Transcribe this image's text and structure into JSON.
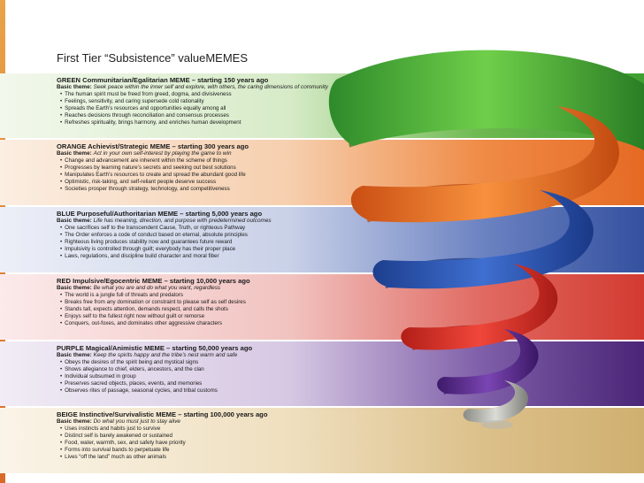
{
  "title": "First Tier “Subsistence” valueMEMES",
  "colors": {
    "green": "#45a83a",
    "orange": "#e8742a",
    "blue": "#2f55a4",
    "red": "#d8382e",
    "purple": "#5a2f88",
    "beige": "#d6b77e"
  },
  "bands": [
    {
      "heading": "GREEN Communitarian/Egalitarian MEME – starting 150 years ago",
      "theme_label": "Basic theme:",
      "theme_text": "Seek peace within the inner self and explore, with others, the caring dimensions of community",
      "items": [
        "The human spirit must be freed from greed, dogma, and divisiveness",
        "Feelings, sensitivity, and caring supersede cold rationality",
        "Spreads the Earth’s resources and opportunities equally among all",
        "Reaches decisions through reconciliation and consensus processes",
        "Refreshes spirituality, brings harmony, and enriches human development"
      ]
    },
    {
      "heading": "ORANGE Achievist/Strategic MEME – starting 300 years ago",
      "theme_label": "Basic theme:",
      "theme_text": "Act in your own self-interest by playing the game to win",
      "items": [
        "Change and advancement are inherent within the scheme of things",
        "Progresses by learning nature’s secrets and seeking out best solutions",
        "Manipulates Earth’s resources to create and spread the abundant good life",
        "Optimistic, risk-taking, and self-reliant people deserve success",
        "Societies prosper through strategy, technology, and competitiveness"
      ]
    },
    {
      "heading": "BLUE Purposeful/Authoritarian MEME – starting 5,000 years ago",
      "theme_label": "Basic theme:",
      "theme_text": "Life has meaning, direction, and purpose with predetermined outcomes",
      "items": [
        "One sacrifices self to the transcendent Cause, Truth, or righteous Pathway",
        "The Order enforces a code of conduct based on eternal, absolute principles",
        "Righteous living produces stability now and guarantees future reward",
        "Impulsivity is controlled through guilt; everybody has their proper place",
        "Laws, regulations, and discipline build character and moral fiber"
      ]
    },
    {
      "heading": "RED Impulsive/Egocentric MEME – starting 10,000 years ago",
      "theme_label": "Basic theme:",
      "theme_text": "Be what you are and do what you want, regardless",
      "items": [
        "The world is a jungle full of threats and predators",
        "Breaks free from any domination or constraint to please self as self desires",
        "Stands tall, expects attention, demands respect, and calls the shots",
        "Enjoys self to the fullest right now without guilt or remorse",
        "Conquers, out-foxes, and dominates other aggressive characters"
      ]
    },
    {
      "heading": "PURPLE Magical/Animistic MEME – starting 50,000 years ago",
      "theme_label": "Basic theme:",
      "theme_text": "Keep the spirits happy and the tribe’s nest warm and safe",
      "items": [
        "Obeys the desires of the spirit being and mystical signs",
        "Shows allegiance to chief, elders, ancestors, and the clan",
        "Individual subsumed in group",
        "Preserves sacred objects, places, events, and memories",
        "Observes rites of passage, seasonal cycles, and tribal customs"
      ]
    },
    {
      "heading": "BEIGE Instinctive/Survivalistic MEME – starting 100,000 years ago",
      "theme_label": "Basic theme:",
      "theme_text": "Do what you must just to stay alive",
      "items": [
        "Uses instincts and habits just to survive",
        "Distinct self is barely awakened or sustained",
        "Food, water, warmth, sex, and safety have priority",
        "Forms into survival bands to perpetuate life",
        "Lives “off the land” much as other animals"
      ]
    }
  ]
}
